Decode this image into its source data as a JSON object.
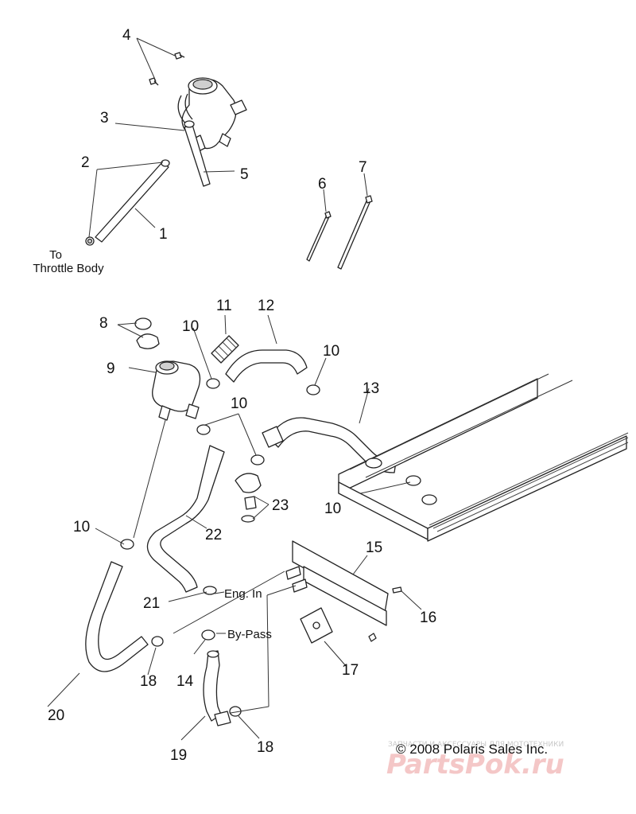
{
  "callouts": {
    "p1": "1",
    "p2": "2",
    "p3": "3",
    "p4": "4",
    "p5": "5",
    "p6": "6",
    "p7": "7",
    "p8": "8",
    "p9": "9",
    "p10": "10",
    "p11": "11",
    "p12": "12",
    "p13": "13",
    "p14": "14",
    "p15": "15",
    "p16": "16",
    "p17": "17",
    "p18": "18",
    "p19": "19",
    "p20": "20",
    "p21": "21",
    "p22": "22",
    "p23": "23"
  },
  "notes": {
    "to_throttle_1": "To",
    "to_throttle_2": "Throttle Body",
    "eng_in": "Eng. In",
    "by_pass": "By-Pass"
  },
  "copyright": "© 2008 Polaris Sales Inc.",
  "watermark": {
    "top": "ЗАПЧАСТИ И АКСЕССУАРЫ ДЛЯ МОТОТЕХНИКИ",
    "brand": "PartsPok.ru",
    "color": "#f4c7c7"
  }
}
